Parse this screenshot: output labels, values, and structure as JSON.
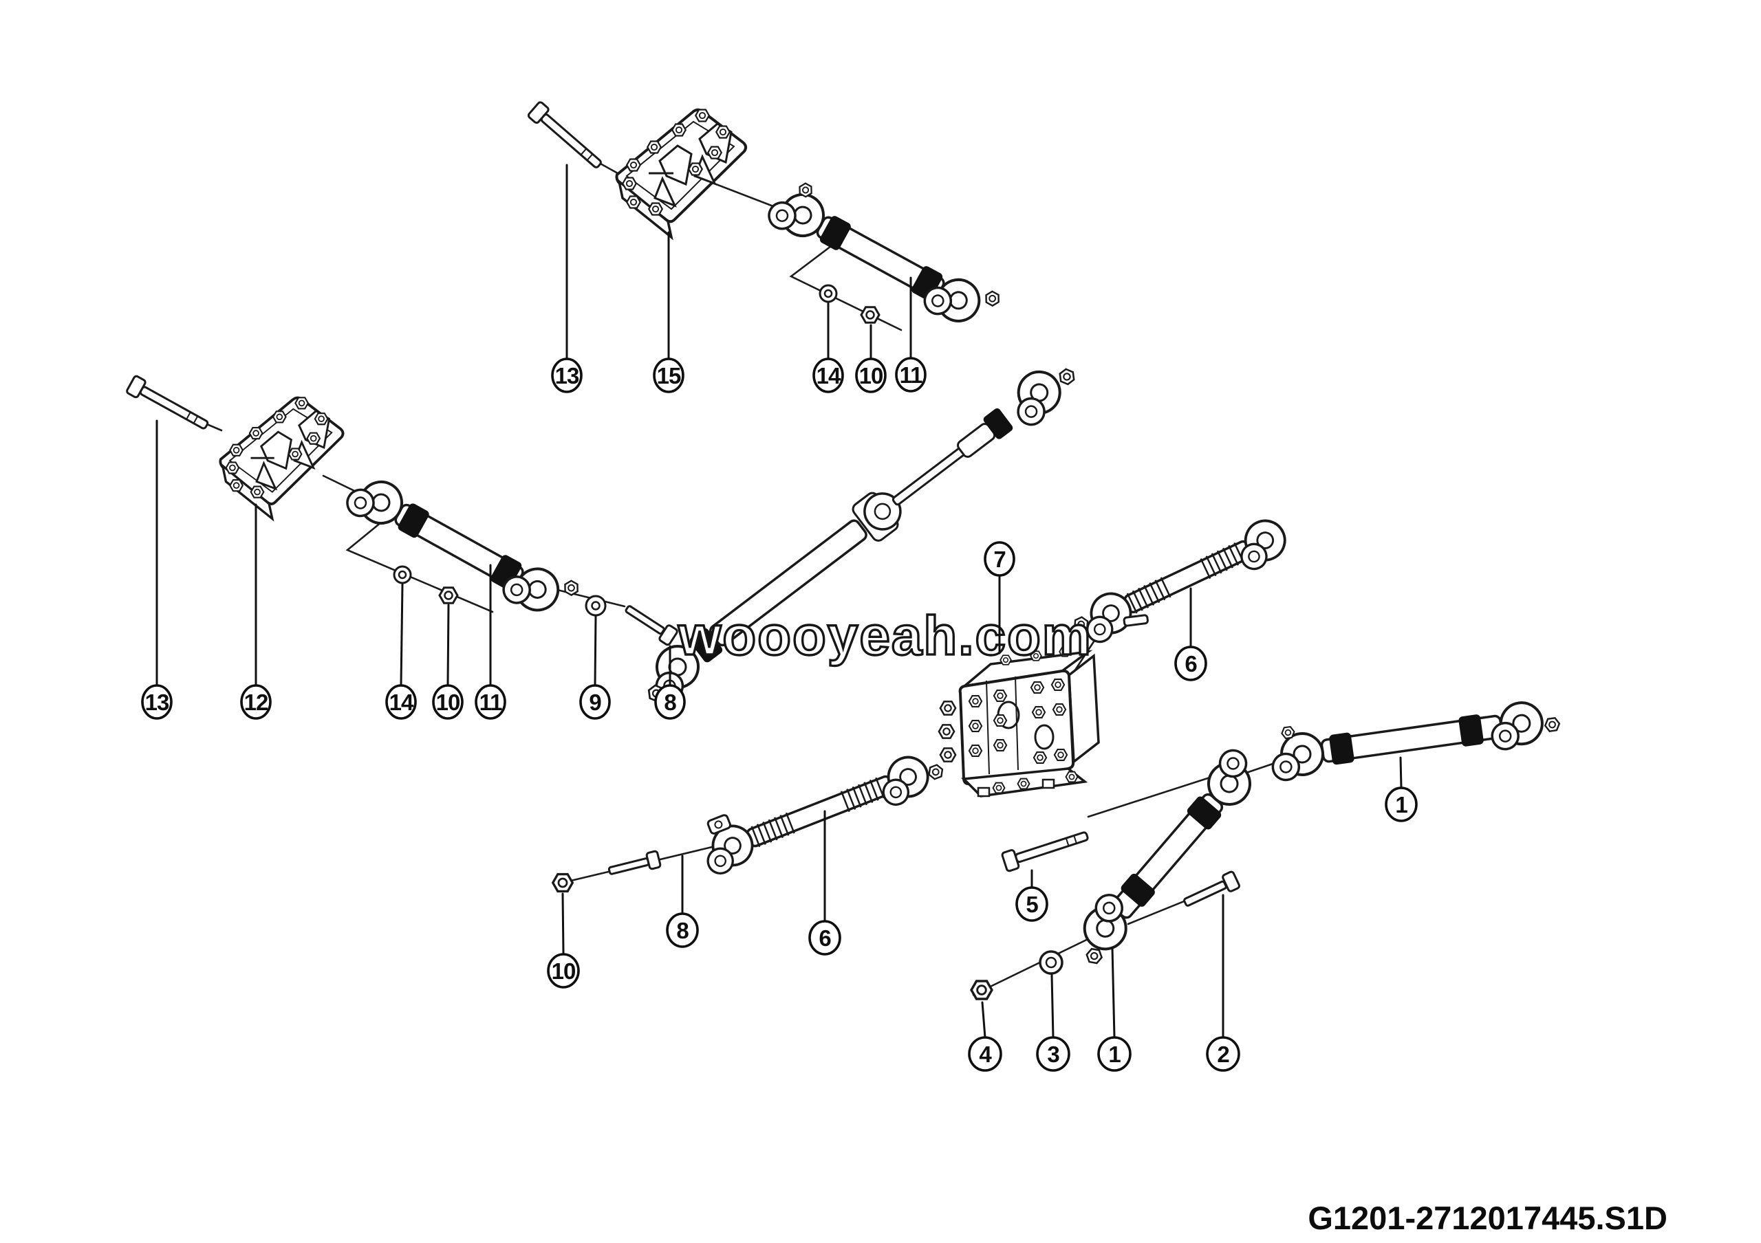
{
  "page": {
    "background_color": "#ffffff",
    "line_color": "#1a1a1a",
    "description_colors": {
      "bushing_band": "#111111"
    }
  },
  "watermark": {
    "text": "woooyeah.com"
  },
  "footer": {
    "part_code": "G1201-2712017445.S1D"
  },
  "callouts": [
    {
      "label": "13"
    },
    {
      "label": "15"
    },
    {
      "label": "14"
    },
    {
      "label": "10"
    },
    {
      "label": "11"
    },
    {
      "label": "13"
    },
    {
      "label": "12"
    },
    {
      "label": "14"
    },
    {
      "label": "10"
    },
    {
      "label": "11"
    },
    {
      "label": "9"
    },
    {
      "label": "8"
    },
    {
      "label": "7"
    },
    {
      "label": "6"
    },
    {
      "label": "6"
    },
    {
      "label": "8"
    },
    {
      "label": "10"
    },
    {
      "label": "5"
    },
    {
      "label": "1"
    },
    {
      "label": "4"
    },
    {
      "label": "3"
    },
    {
      "label": "1"
    },
    {
      "label": "2"
    }
  ]
}
